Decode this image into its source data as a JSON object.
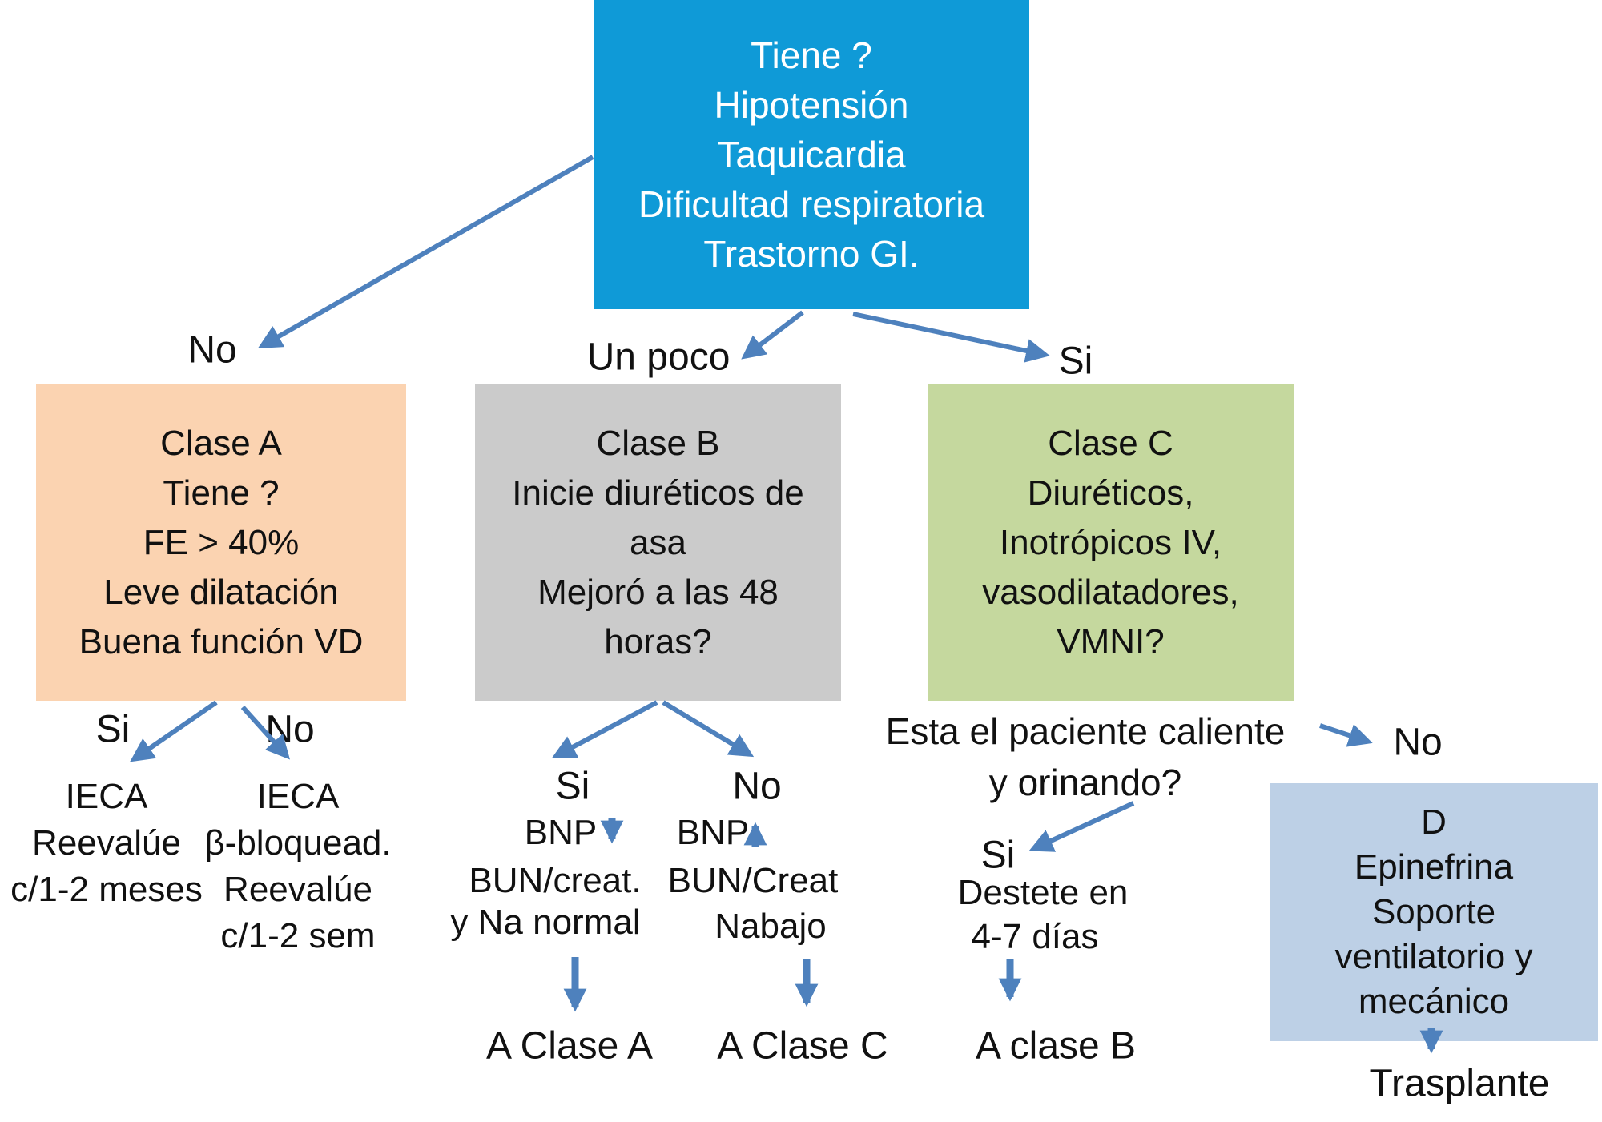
{
  "colors": {
    "symptoms_box": "#0F9AD7",
    "class_a_box": "#FBD3B1",
    "class_b_box": "#CBCBCB",
    "class_c_box": "#C5D89E",
    "class_d_box": "#BDD0E6",
    "arrow": "#4E81BD",
    "symptoms_text": "#FFFFFF",
    "body_text": "#111111"
  },
  "nodes": {
    "symptoms": {
      "lines": [
        "Tiene ?",
        "Hipotensión",
        "Taquicardia",
        "Dificultad respiratoria",
        "Trastorno GI."
      ]
    },
    "class_a": {
      "lines": [
        "Clase A",
        "Tiene ?",
        "FE > 40%",
        "Leve dilatación",
        "Buena función VD"
      ]
    },
    "class_b": {
      "lines": [
        "Clase B",
        "Inicie diuréticos de",
        "asa",
        "Mejoró a las 48",
        "horas?"
      ]
    },
    "class_c": {
      "lines": [
        "Clase C",
        "Diuréticos,",
        "Inotrópicos IV,",
        "vasodilatadores,",
        "VMNI?"
      ]
    },
    "class_d": {
      "lines": [
        "D",
        "Epinefrina",
        "Soporte",
        "ventilatorio y",
        "mecánico"
      ]
    }
  },
  "labels": {
    "branch_no": "No",
    "branch_un_poco": "Un poco",
    "branch_si": "Si",
    "class_a_si": "Si",
    "class_a_no": "No",
    "outcome_si": {
      "lines": [
        "IECA",
        "Reevalúe",
        "c/1-2 meses"
      ]
    },
    "outcome_no": {
      "lines": [
        "IECA",
        "β-bloquead.",
        "Reevalúe",
        "c/1-2 sem"
      ]
    },
    "class_b_si": "Si",
    "class_b_no": "No",
    "bnp_down": "BNP",
    "bnp_up": "BNP",
    "labs_si": {
      "lines": [
        "BUN/creat.",
        "y Na normal"
      ]
    },
    "labs_no": {
      "lines": [
        "BUN/Creat",
        "Nabajo"
      ]
    },
    "question_c_line1": "Esta el paciente caliente",
    "question_c_line2": "y orinando?",
    "question_c_si": "Si",
    "destete": {
      "lines": [
        "Destete en",
        "4-7 días"
      ]
    },
    "question_c_no": "No",
    "goto_class_a": "A Clase A",
    "goto_class_c": "A Clase C",
    "goto_class_b": "A clase B",
    "trasplante": "Trasplante"
  }
}
